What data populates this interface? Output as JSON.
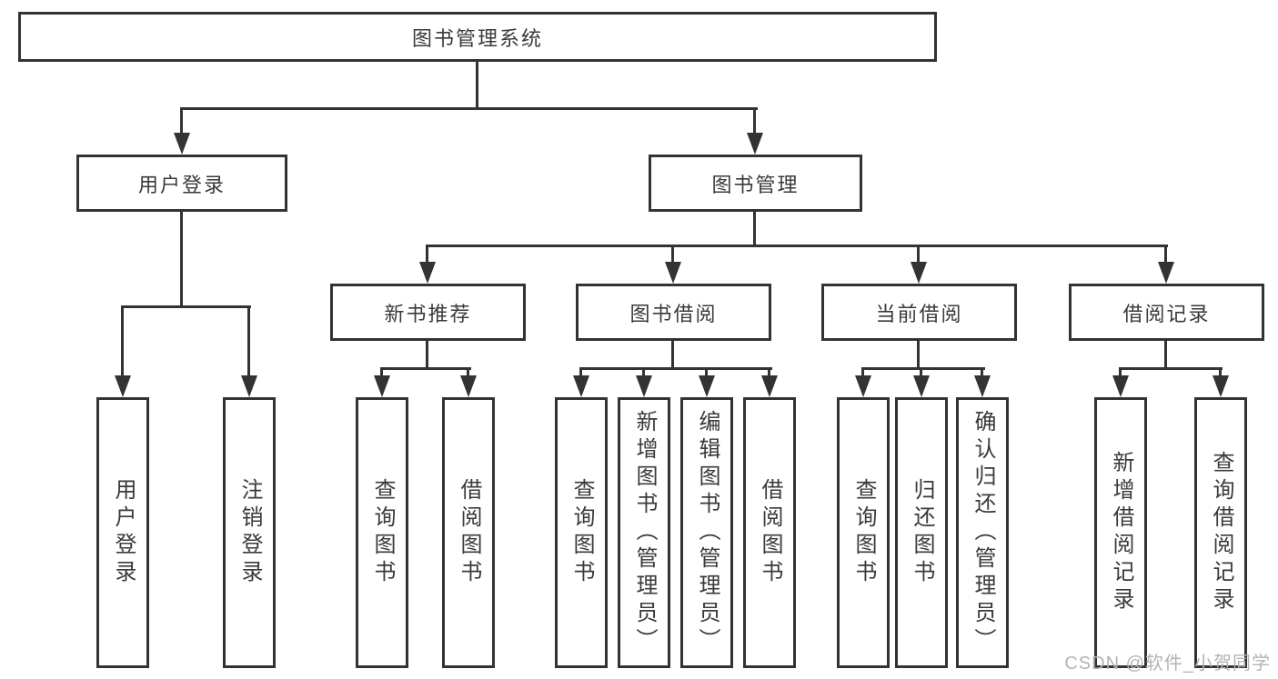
{
  "tree": {
    "label": "图书管理系统",
    "children": [
      {
        "label": "用户登录",
        "children": [
          {
            "label": "用户登录"
          },
          {
            "label": "注销登录"
          }
        ]
      },
      {
        "label": "图书管理",
        "children": [
          {
            "label": "新书推荐",
            "children": [
              {
                "label": "查询图书"
              },
              {
                "label": "借阅图书"
              }
            ]
          },
          {
            "label": "图书借阅",
            "children": [
              {
                "label": "查询图书"
              },
              {
                "label": "新增图书（管理员）"
              },
              {
                "label": "编辑图书（管理员）"
              },
              {
                "label": "借阅图书"
              }
            ]
          },
          {
            "label": "当前借阅",
            "children": [
              {
                "label": "查询图书"
              },
              {
                "label": "归还图书"
              },
              {
                "label": "确认归还（管理员）"
              }
            ]
          },
          {
            "label": "借阅记录",
            "children": [
              {
                "label": "新增借阅记录"
              },
              {
                "label": "查询借阅记录"
              }
            ]
          }
        ]
      }
    ]
  },
  "watermark": "CSDN @软件_小贺同学",
  "colors": {
    "line": "#333333",
    "box_background": "#ffffff",
    "text": "#3a3a3a",
    "watermark_text": "#b3b3b3"
  }
}
